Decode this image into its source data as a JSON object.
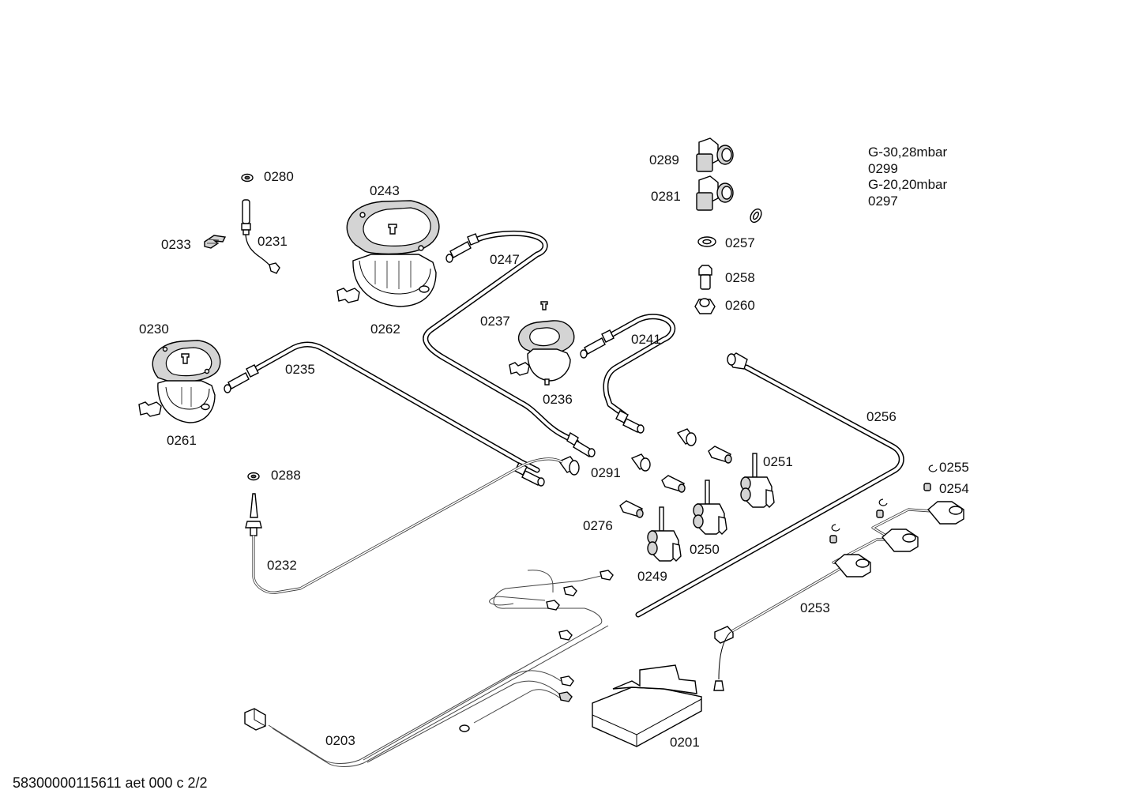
{
  "diagram": {
    "title": "Exploded parts diagram - gas hob burners, taps and wiring",
    "footer": "58300000115611 aet 000 c 2/2",
    "gas_notes": [
      "G-30,28mbar",
      "0299",
      "G-20,20mbar",
      "0297"
    ],
    "parts": [
      {
        "id": "0280",
        "name": "washer"
      },
      {
        "id": "0233",
        "name": "clip"
      },
      {
        "id": "0231",
        "name": "ignition electrode"
      },
      {
        "id": "0243",
        "name": "burner gasket (large)"
      },
      {
        "id": "0262",
        "name": "burner body (large)"
      },
      {
        "id": "0247",
        "name": "gas pipe"
      },
      {
        "id": "0230",
        "name": "burner gasket"
      },
      {
        "id": "0261",
        "name": "burner body"
      },
      {
        "id": "0235",
        "name": "gas pipe"
      },
      {
        "id": "0237",
        "name": "burner gasket (small)"
      },
      {
        "id": "0236",
        "name": "burner body (small)"
      },
      {
        "id": "0241",
        "name": "gas pipe"
      },
      {
        "id": "0289",
        "name": "elbow connector"
      },
      {
        "id": "0281",
        "name": "elbow connector"
      },
      {
        "id": "0257",
        "name": "seal ring"
      },
      {
        "id": "0258",
        "name": "nozzle"
      },
      {
        "id": "0260",
        "name": "nut"
      },
      {
        "id": "0256",
        "name": "main gas pipe"
      },
      {
        "id": "0255",
        "name": "circlip"
      },
      {
        "id": "0254",
        "name": "spring"
      },
      {
        "id": "0253",
        "name": "micro-switch harness"
      },
      {
        "id": "0291",
        "name": "pipe nut"
      },
      {
        "id": "0288",
        "name": "washer"
      },
      {
        "id": "0232",
        "name": "thermocouple"
      },
      {
        "id": "0251",
        "name": "gas tap"
      },
      {
        "id": "0250",
        "name": "gas tap"
      },
      {
        "id": "0249",
        "name": "gas tap"
      },
      {
        "id": "0276",
        "name": "injector"
      },
      {
        "id": "0203",
        "name": "ignition cable harness"
      },
      {
        "id": "0201",
        "name": "ignition module"
      }
    ]
  }
}
